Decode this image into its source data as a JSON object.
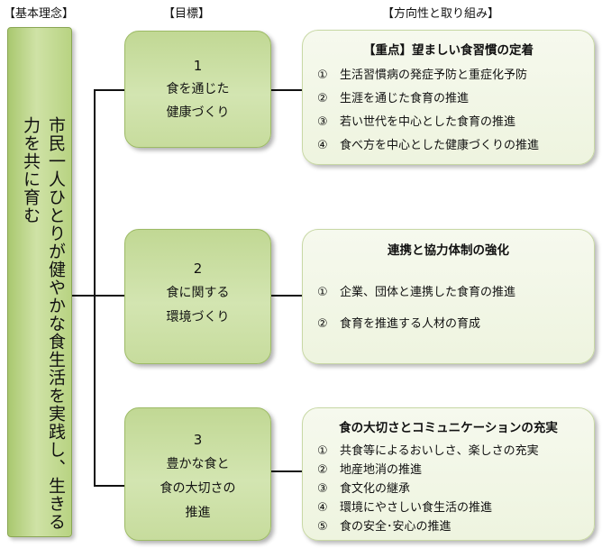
{
  "headers": {
    "basic_philosophy": "【基本理念】",
    "goals": "【目標】",
    "directions": "【方向性と取り組み】"
  },
  "vision": {
    "text": "市民一人ひとりが健やかな食生活を実践し、生きる力を共に育む"
  },
  "goals": [
    {
      "number": "1",
      "line1": "食を通じた",
      "line2": "健康づくり"
    },
    {
      "number": "2",
      "line1": "食に関する",
      "line2": "環境づくり"
    },
    {
      "number": "3",
      "line1": "豊かな食と",
      "line2": "食の大切さの",
      "line3": "推進"
    }
  ],
  "directions": [
    {
      "title": "【重点】望ましい食習慣の定着",
      "items": [
        {
          "marker": "①",
          "text": "生活習慣病の発症予防と重症化予防"
        },
        {
          "marker": "②",
          "text": "生涯を通じた食育の推進"
        },
        {
          "marker": "③",
          "text": "若い世代を中心とした食育の推進"
        },
        {
          "marker": "④",
          "text": "食べ方を中心とした健康づくりの推進"
        }
      ]
    },
    {
      "title": "連携と協力体制の強化",
      "items": [
        {
          "marker": "①",
          "text": "企業、団体と連携した食育の推進"
        },
        {
          "marker": "②",
          "text": "食育を推進する人材の育成"
        }
      ]
    },
    {
      "title": "食の大切さとコミュニケーションの充実",
      "items": [
        {
          "marker": "①",
          "text": "共食等によるおいしさ、楽しさの充実"
        },
        {
          "marker": "②",
          "text": "地産地消の推進"
        },
        {
          "marker": "③",
          "text": "食文化の継承"
        },
        {
          "marker": "④",
          "text": "環境にやさしい食生活の推進"
        },
        {
          "marker": "⑤",
          "text": "食の安全･安心の推進"
        }
      ]
    }
  ],
  "colors": {
    "green_box": "#c9dea0",
    "panel_bg": "#f2f6e7",
    "connector": "#111111"
  }
}
